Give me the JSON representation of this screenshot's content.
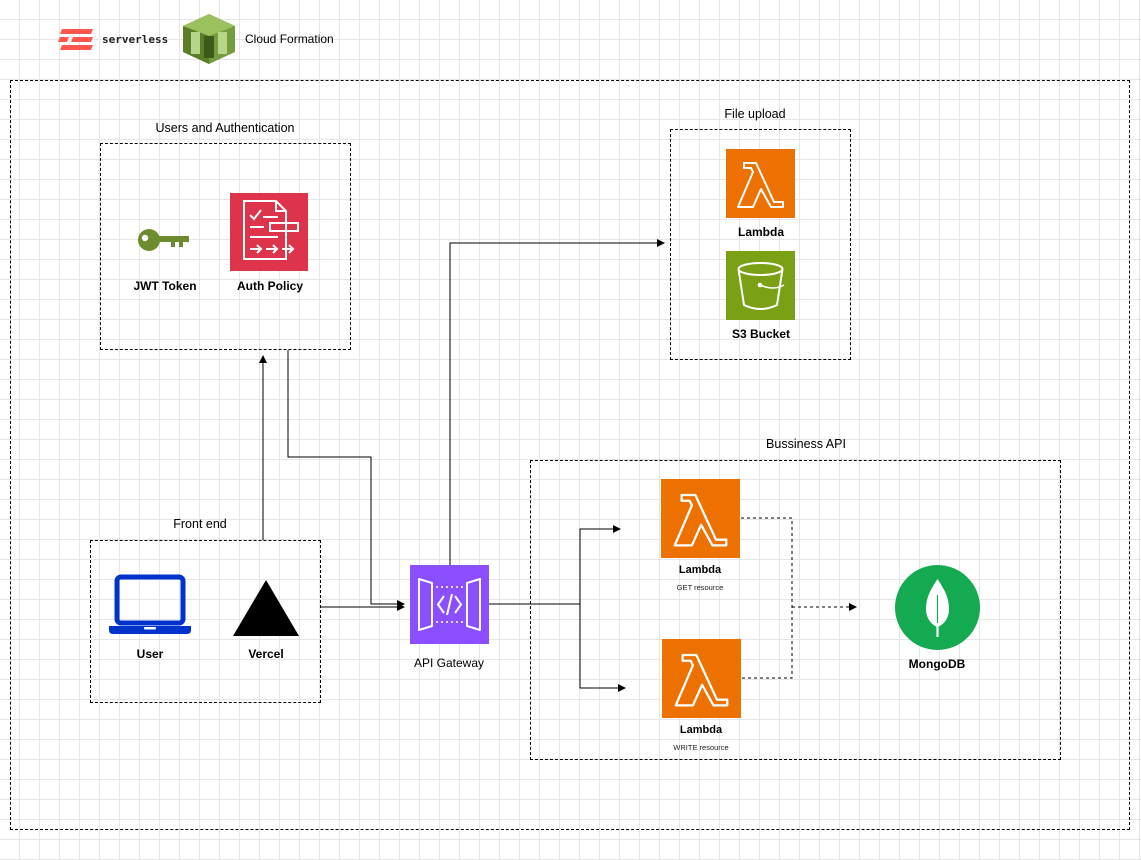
{
  "header": {
    "serverless_label": "serverless",
    "cloudformation_label": "Cloud Formation",
    "icons": [
      "serverless-logo-icon",
      "cloudformation-icon"
    ]
  },
  "groups": {
    "auth": {
      "title": "Users and Authentication"
    },
    "upload": {
      "title": "File upload"
    },
    "business": {
      "title": "Bussiness API"
    },
    "frontend": {
      "title": "Front end"
    }
  },
  "nodes": {
    "jwt": {
      "label": "JWT Token",
      "icon": "key-icon"
    },
    "auth_policy": {
      "label": "Auth Policy",
      "icon": "policy-document-icon"
    },
    "lambda_upload": {
      "label": "Lambda",
      "icon": "lambda-icon"
    },
    "s3": {
      "label": "S3 Bucket",
      "icon": "s3-bucket-icon"
    },
    "lambda_get": {
      "label": "Lambda",
      "sub": "GET resource",
      "icon": "lambda-icon"
    },
    "lambda_write": {
      "label": "Lambda",
      "sub": "WRITE resource",
      "icon": "lambda-icon"
    },
    "mongodb": {
      "label": "MongoDB",
      "icon": "mongodb-leaf-icon"
    },
    "user": {
      "label": "User",
      "icon": "laptop-icon"
    },
    "vercel": {
      "label": "Vercel",
      "icon": "vercel-triangle-icon"
    },
    "api_gateway": {
      "label": "API Gateway",
      "icon": "api-gateway-icon"
    }
  },
  "colors": {
    "lambda": "#ED7100",
    "s3": "#7AA116",
    "api_gateway": "#8C4FFF",
    "auth_policy": "#DD344C",
    "mongodb": "#13AA52",
    "jwt_key": "#6D8C2E",
    "laptop": "#0033CC",
    "serverless": "#FD5750",
    "cloudformation": "#759C3E"
  }
}
